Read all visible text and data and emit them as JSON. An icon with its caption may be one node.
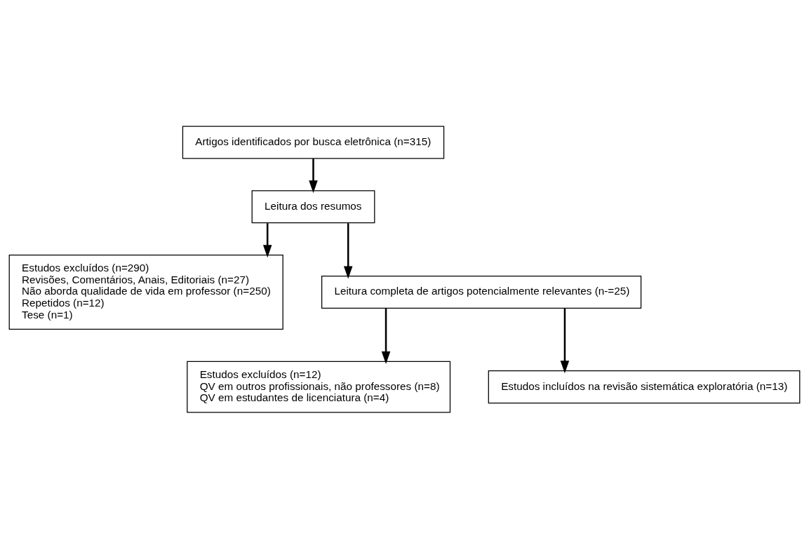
{
  "diagram": {
    "nodes": [
      {
        "text": [
          "Artigos identificados por busca eletrônica (n=315)"
        ]
      },
      {
        "text": [
          "Leitura dos resumos"
        ]
      },
      {
        "text": [
          "Estudos excluídos (n=290)",
          "Revisões, Comentários, Anais, Editoriais (n=27)",
          "Não aborda qualidade de vida em professor (n=250)",
          "Repetidos (n=12)",
          "Tese (n=1)"
        ]
      },
      {
        "text": [
          "Leitura completa de artigos potencialmente relevantes (n-=25)"
        ]
      },
      {
        "text": [
          "Estudos excluídos (n=12)",
          "QV em outros profissionais, não professores (n=8)",
          "QV em estudantes de licenciatura (n=4)"
        ]
      },
      {
        "text": [
          "Estudos incluídos na revisão sistemática exploratória (n=13)"
        ]
      }
    ],
    "edges": [
      {
        "from": 0,
        "to": 1,
        "arrow": "to"
      },
      {
        "from": 1,
        "to": 2,
        "arrow": "to"
      },
      {
        "from": 1,
        "to": 3,
        "arrow": "to"
      },
      {
        "from": 3,
        "to": 4,
        "arrow": "to"
      },
      {
        "from": 3,
        "to": 5,
        "arrow": "to"
      }
    ]
  }
}
